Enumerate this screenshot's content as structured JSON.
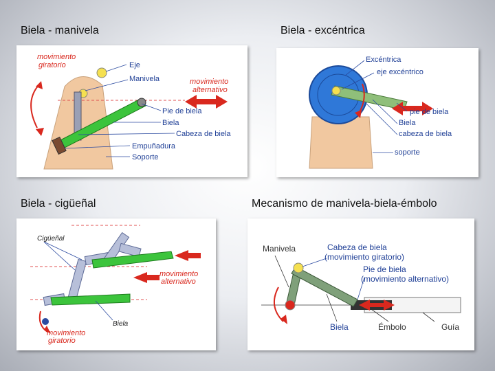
{
  "captions": {
    "p1": "Biela - manivela",
    "p2": "Biela - excéntrica",
    "p3": "Biela - cigüeñal",
    "p4": "Mecanismo de manivela-biela-émbolo"
  },
  "panel1": {
    "mov_giratorio_1": "movimiento",
    "mov_giratorio_2": "giratorio",
    "eje": "Eje",
    "manivela": "Manivela",
    "mov_alternativo_1": "movimiento",
    "mov_alternativo_2": "alternativo",
    "pie_de_biela": "Pie de biela",
    "biela": "Biela",
    "cabeza_de_biela": "Cabeza de biela",
    "empunadura": "Empuñadura",
    "soporte": "Soporte"
  },
  "panel2": {
    "excentrica": "Excéntrica",
    "eje_excentrico": "eje excéntrico",
    "pie_de_biela": "pie de biela",
    "biela": "Biela",
    "cabeza_de_biela": "cabeza de biela",
    "soporte": "soporte"
  },
  "panel3": {
    "ciguenal": "Cigüeñal",
    "mov_alternativo_1": "movimiento",
    "mov_alternativo_2": "alternativo",
    "biela": "Biela",
    "mov_giratorio_1": "movimiento",
    "mov_giratorio_2": "giratorio"
  },
  "panel4": {
    "manivela": "Manivela",
    "cabeza_1": "Cabeza de biela",
    "cabeza_2": "(movimiento giratorio)",
    "pie_1": "Pie de biela",
    "pie_2": "(movimiento alternativo)",
    "biela": "Biela",
    "embolo": "Émbolo",
    "guia": "Guía"
  },
  "colors": {
    "red": "#d9281e",
    "blue": "#1f3f96",
    "green": "#3cc43c",
    "support": "#f1c8a0"
  }
}
